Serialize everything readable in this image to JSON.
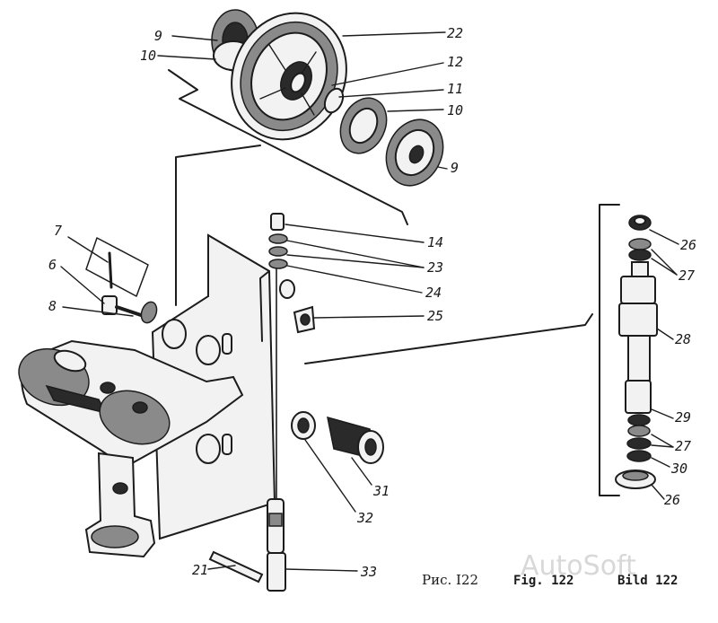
{
  "callouts": {
    "c9_top": "9",
    "c10_top": "10",
    "c22": "22",
    "c12": "12",
    "c11": "11",
    "c10_right": "10",
    "c9_right": "9",
    "c7": "7",
    "c6": "6",
    "c8": "8",
    "c14": "14",
    "c23": "23",
    "c24": "24",
    "c25": "25",
    "c26_top": "26",
    "c27_top": "27",
    "c28": "28",
    "c29": "29",
    "c27_bottom": "27",
    "c30": "30",
    "c26_bottom": "26",
    "c31": "31",
    "c32": "32",
    "c21": "21",
    "c33": "33"
  },
  "captions": {
    "ru": "Рис. I22",
    "en": "Fig. 122",
    "de": "Bild 122"
  },
  "watermark": "AutoSoft"
}
